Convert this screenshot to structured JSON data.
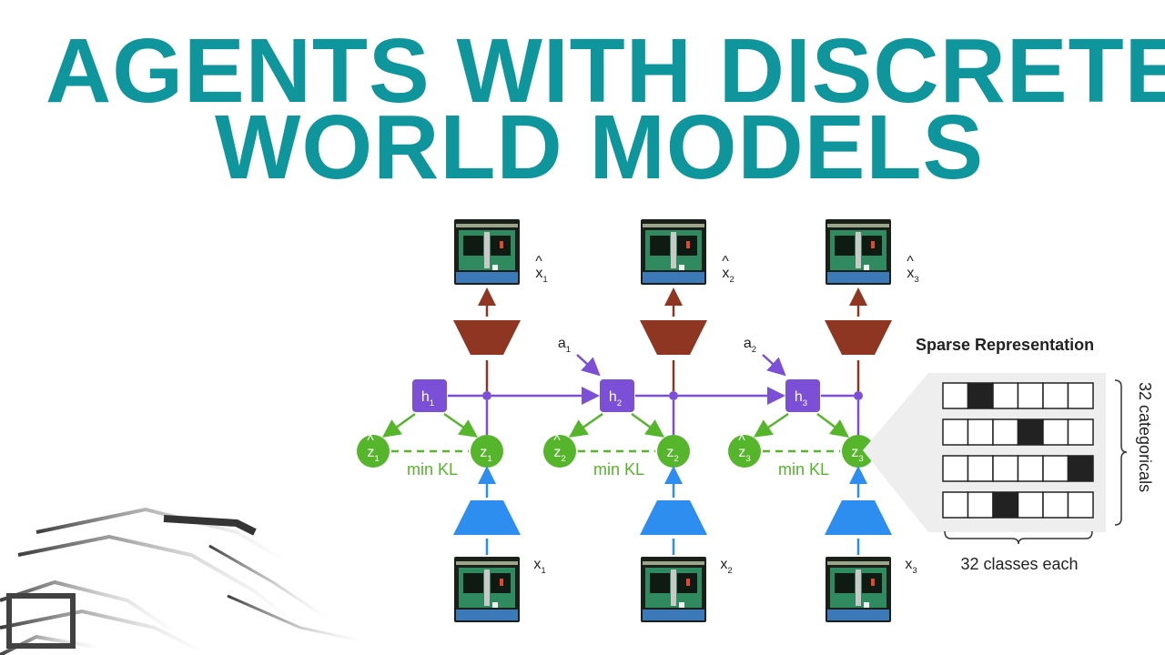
{
  "title": {
    "line1": "AGENTS WITH DISCRETE",
    "line2": "WORLD MODELS"
  },
  "diagram": {
    "steps": [
      {
        "h": "h",
        "h_sub": "1",
        "z": "z",
        "z_sub": "1",
        "zhat": "z",
        "zhat_sub": "1",
        "x": "x",
        "x_sub": "1",
        "xhat": "x",
        "xhat_sub": "1",
        "kl": "min KL"
      },
      {
        "h": "h",
        "h_sub": "2",
        "z": "z",
        "z_sub": "2",
        "zhat": "z",
        "zhat_sub": "2",
        "x": "x",
        "x_sub": "2",
        "xhat": "x",
        "xhat_sub": "2",
        "kl": "min KL",
        "a": "a",
        "a_sub": "1"
      },
      {
        "h": "h",
        "h_sub": "3",
        "z": "z",
        "z_sub": "3",
        "zhat": "z",
        "zhat_sub": "3",
        "x": "x",
        "x_sub": "3",
        "xhat": "x",
        "xhat_sub": "3",
        "kl": "min KL",
        "a": "a",
        "a_sub": "2"
      }
    ],
    "sparse": {
      "title": "Sparse Representation",
      "rows_label": "32 categoricals",
      "cols_label": "32 classes each",
      "filled": [
        1,
        3,
        5,
        2
      ]
    }
  },
  "colors": {
    "title": "#0e969c",
    "h_node": "#7b4fd6",
    "z_node": "#55b52b",
    "encoder": "#2d8ef0",
    "decoder": "#8e3622",
    "grid_fill": "#222222"
  }
}
